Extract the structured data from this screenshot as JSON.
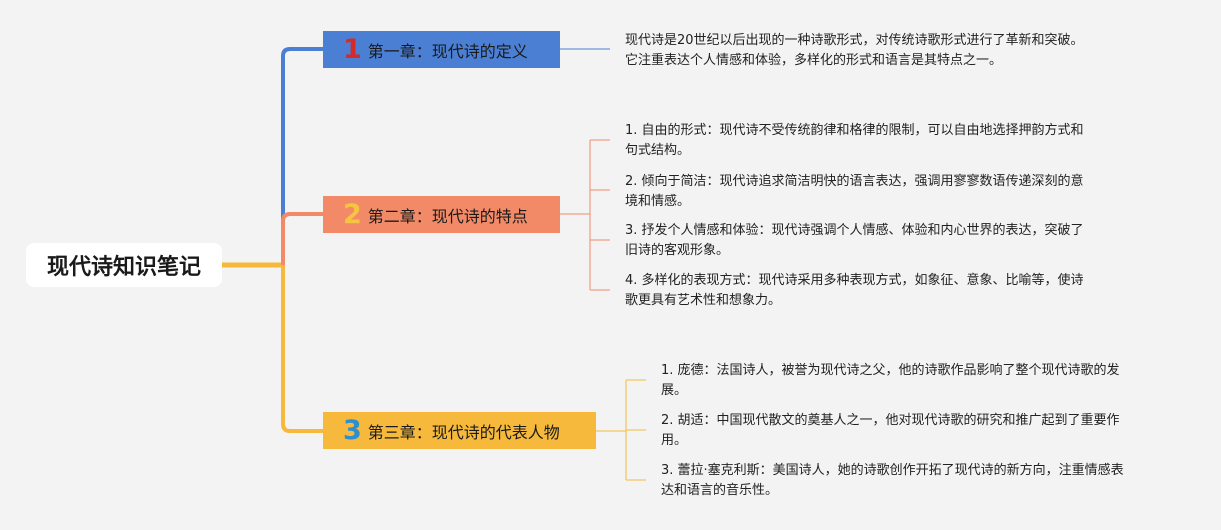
{
  "root": {
    "label": "现代诗知识笔记"
  },
  "colors": {
    "c1": "#4a7fd4",
    "c2": "#f28a67",
    "c3": "#f6b93b",
    "num1": "#d62a2a",
    "num2": "#f6c342",
    "num3": "#2b8fd1"
  },
  "chapters": [
    {
      "num": "1",
      "label": "第一章：现代诗的定义",
      "notes": [
        [
          "现代诗是20世纪以后出现的一种诗歌形式，对传统诗歌形式进行了革新和突破。",
          "它注重表达个人情感和体验，多样化的形式和语言是其特点之一。"
        ]
      ]
    },
    {
      "num": "2",
      "label": "第二章：现代诗的特点",
      "notes": [
        [
          "1. 自由的形式：现代诗不受传统韵律和格律的限制，可以自由地选择押韵方式和",
          "句式结构。"
        ],
        [
          "2. 倾向于简洁：现代诗追求简洁明快的语言表达，强调用寥寥数语传递深刻的意",
          "境和情感。"
        ],
        [
          "3. 抒发个人情感和体验：现代诗强调个人情感、体验和内心世界的表达，突破了",
          "旧诗的客观形象。"
        ],
        [
          "4. 多样化的表现方式：现代诗采用多种表现方式，如象征、意象、比喻等，使诗",
          "歌更具有艺术性和想象力。"
        ]
      ]
    },
    {
      "num": "3",
      "label": "第三章：现代诗的代表人物",
      "notes": [
        [
          "1. 庞德：法国诗人，被誉为现代诗之父，他的诗歌作品影响了整个现代诗歌的发",
          "展。"
        ],
        [
          "2. 胡适：中国现代散文的奠基人之一，他对现代诗歌的研究和推广起到了重要作",
          "用。"
        ],
        [
          "3. 蕾拉·塞克利斯：美国诗人，她的诗歌创作开拓了现代诗的新方向，注重情感表",
          "达和语言的音乐性。"
        ]
      ]
    }
  ]
}
